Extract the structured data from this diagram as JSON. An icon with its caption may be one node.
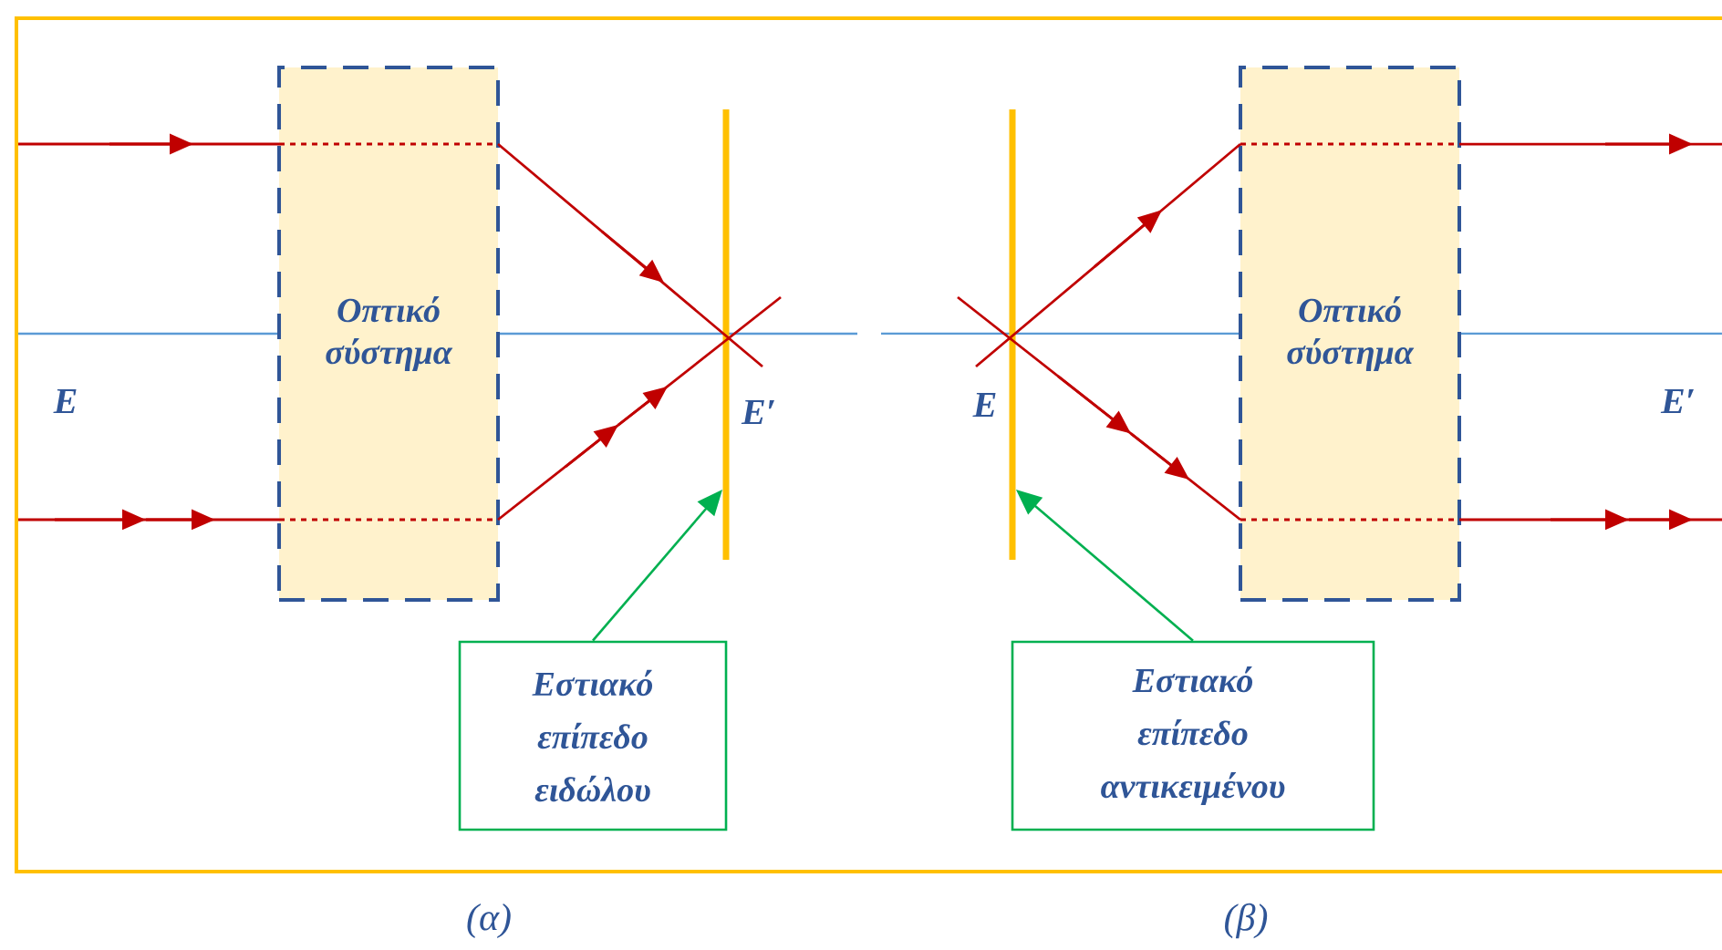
{
  "diagram": {
    "nodes": [
      {
        "text": [
          "Οπτικό σύστημα"
        ]
      },
      {
        "text": [],
        "shape": "bar"
      },
      {
        "text": [
          "Εστιακό επίπεδο ειδώλου"
        ]
      },
      {
        "text": [],
        "shape": "bar"
      },
      {
        "text": [
          "Οπτικό σύστημα"
        ]
      },
      {
        "text": [
          "Εστιακό επίπεδο αντικειμένου"
        ]
      }
    ],
    "edges": [
      {
        "from": 2,
        "to": 1,
        "arrow": "to"
      },
      {
        "from": 5,
        "to": 3,
        "arrow": "to"
      }
    ],
    "labels": [
      "E",
      "E′",
      "E",
      "E′",
      "(α)",
      "(β)"
    ]
  }
}
